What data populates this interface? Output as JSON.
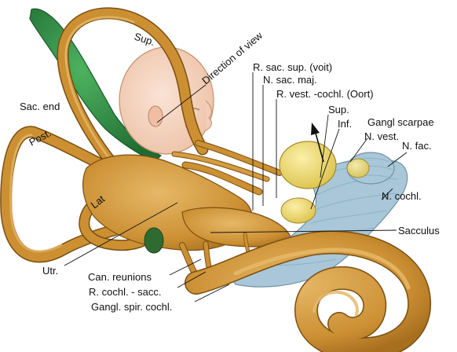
{
  "colors": {
    "bone": "#cc9033",
    "bone_light": "#e2b25c",
    "bone_dark": "#7a4f12",
    "sac_end": "#2f8a43",
    "head": "#f2d2bf",
    "ganglion": "#e9d45f",
    "nerve": "#a9c7d8"
  },
  "labels": {
    "sup_canal": "Sup.",
    "direction_of_view": "Direction of view",
    "sac_end": "Sac. end",
    "post_canal": "Post.",
    "lat_canal": "Lat",
    "r_sac_sup": "R. sac. sup. (voit)",
    "n_sac_maj": "N. sac. maj.",
    "r_vest_cochl": "R. vest. -cochl. (Oort)",
    "sup_branch": "Sup.",
    "inf_branch": "Inf.",
    "gangl_scarpae": "Gangl scarpae",
    "n_vest": "N. vest.",
    "n_fac": "N. fac.",
    "n_cochl": "N. cochl.",
    "sacculus": "Sacculus",
    "utr": "Utr.",
    "can_reunions": "Can. reunions",
    "r_cochl_sacc": "R. cochl. - sacc.",
    "gangl_spir_cochl": "Gangl. spir. cochl."
  },
  "icons": {
    "view_arrow": "arrow-up-left-icon"
  }
}
